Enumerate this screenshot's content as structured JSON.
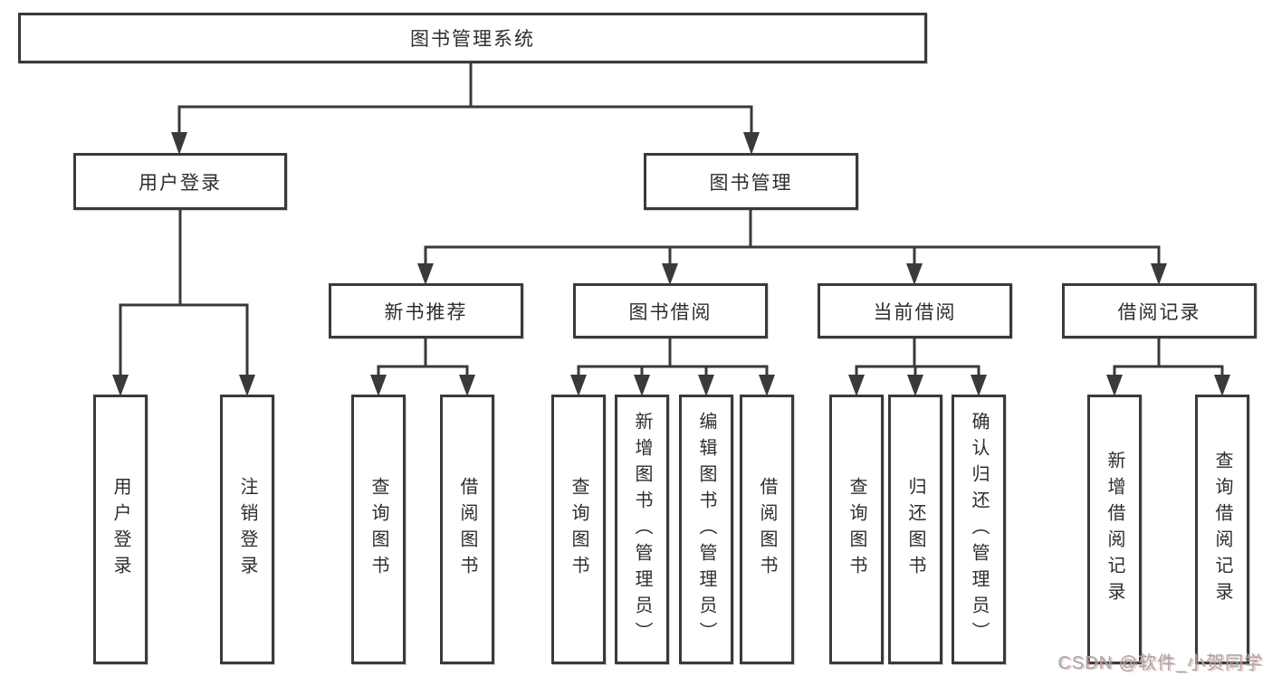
{
  "title": "图书管理系统",
  "watermark": "CSDN @软件_小贺同学",
  "colors": {
    "line": "#3a3a3a",
    "box_border": "#3a3a3a",
    "box_background": "#ffffff",
    "text": "#2e2e2e",
    "watermark_text": "#a6a6a6",
    "watermark_shadow": "#de9292"
  },
  "nodes": {
    "root": {
      "label": "图书管理系统"
    },
    "user_login": {
      "label": "用户登录"
    },
    "book_management": {
      "label": "图书管理"
    },
    "user_login_leaf": {
      "label": "用户登录"
    },
    "logout_leaf": {
      "label": "注销登录"
    },
    "new_book_recommend": {
      "label": "新书推荐"
    },
    "book_borrowing": {
      "label": "图书借阅"
    },
    "current_borrowing": {
      "label": "当前借阅"
    },
    "borrowing_records": {
      "label": "借阅记录"
    },
    "nb_query_books": {
      "label": "查询图书"
    },
    "nb_borrow_books": {
      "label": "借阅图书"
    },
    "bb_query_books": {
      "label": "查询图书"
    },
    "bb_add_books": {
      "label": "新增图书（管理员）"
    },
    "bb_edit_books": {
      "label": "编辑图书（管理员）"
    },
    "bb_borrow_books": {
      "label": "借阅图书"
    },
    "cb_query_books": {
      "label": "查询图书"
    },
    "cb_return_books": {
      "label": "归还图书"
    },
    "cb_confirm_return": {
      "label": "确认归还（管理员）"
    },
    "br_add_record": {
      "label": "新增借阅记录"
    },
    "br_query_record": {
      "label": "查询借阅记录"
    }
  }
}
